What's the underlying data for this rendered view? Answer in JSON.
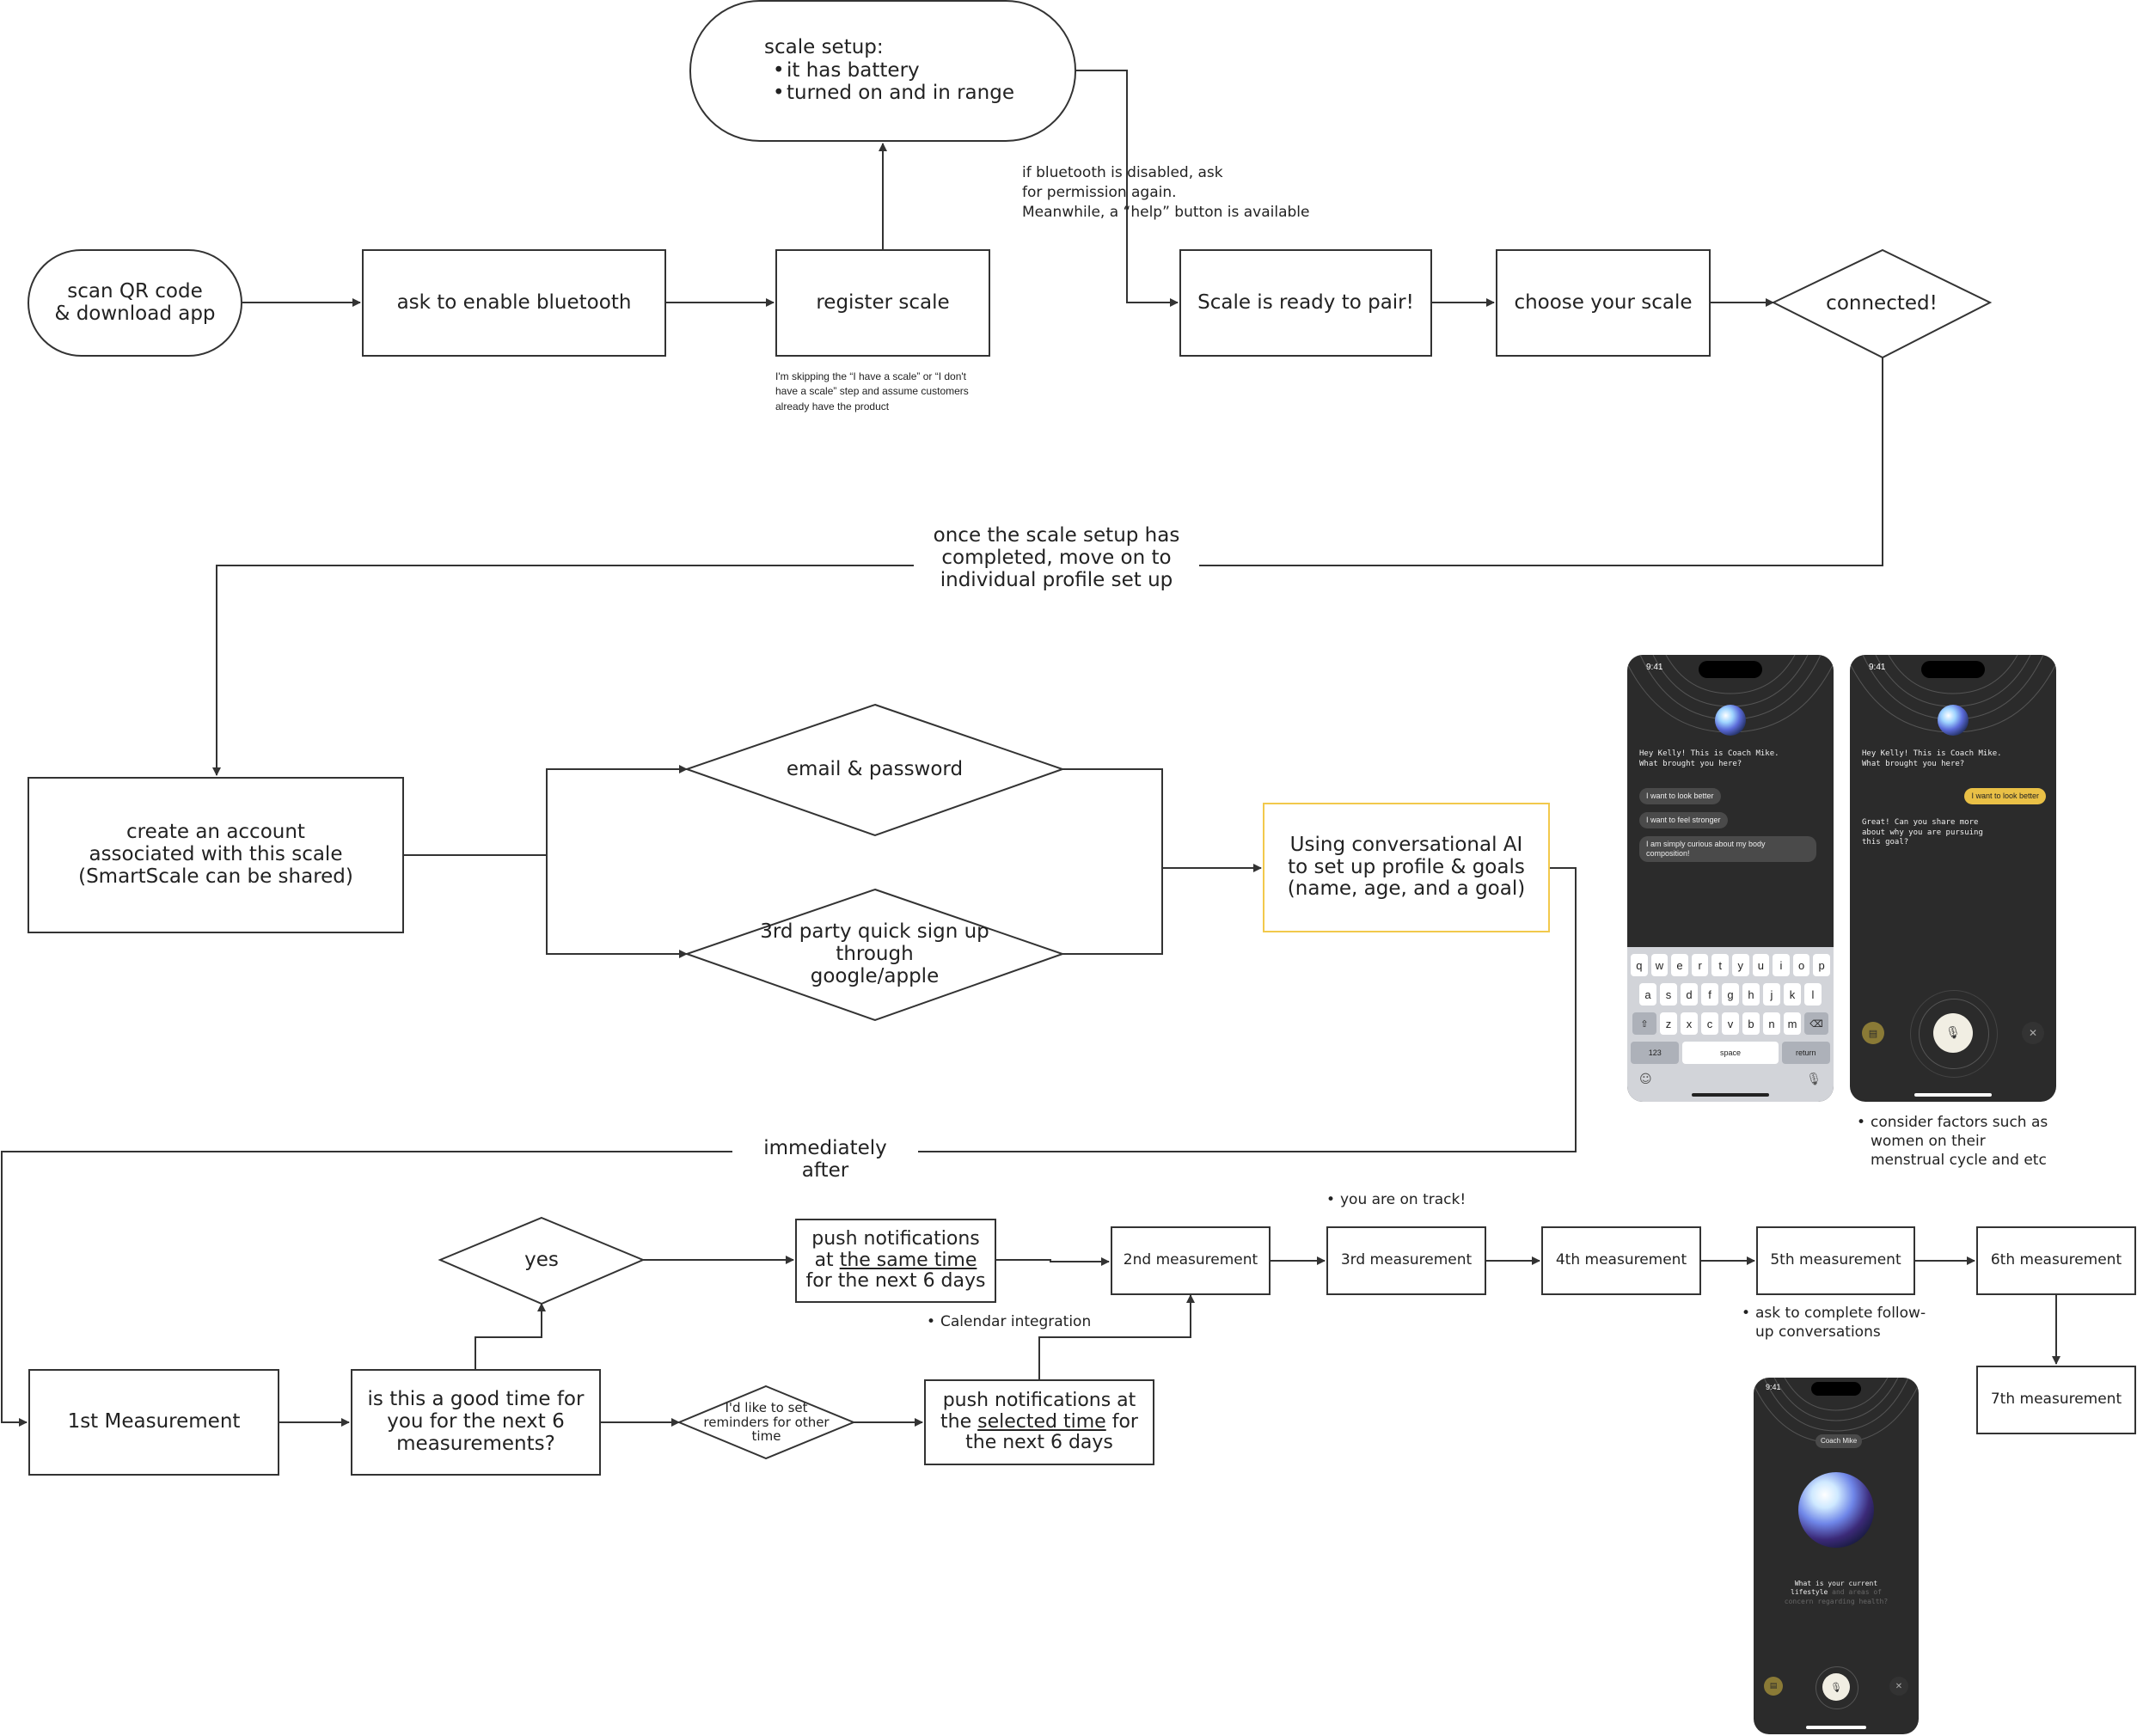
{
  "nodes": {
    "scan_qr": "scan QR code\n& download app",
    "enable_bt": "ask to enable bluetooth",
    "register_scale": "register scale",
    "scale_setup_title": "scale setup:",
    "scale_setup_items": [
      "it has battery",
      "turned on and in range"
    ],
    "ready_to_pair": "Scale is ready to pair!",
    "choose_scale": "choose your scale",
    "connected": "connected!",
    "create_account": "create an account\nassociated with this scale\n(SmartScale can be shared)",
    "email_password": "email & password",
    "third_party": "3rd party quick sign up\nthrough\ngoogle/apple",
    "conversational_ai": "Using conversational AI\nto set up profile & goals\n(name, age, and a goal)",
    "first_measurement": "1st Measurement",
    "good_time": "is this a good time for\nyou for the next 6\nmeasurements?",
    "yes": "yes",
    "reminders_other": "I'd like to set\nreminders for other\ntime",
    "push_same_pre": "push notifications\nat ",
    "push_same_u": "the same time",
    "push_same_post": "\nfor the next 6 days",
    "push_sel_pre": "push notifications at\nthe ",
    "push_sel_u": "selected time",
    "push_sel_post": " for\nthe next 6 days",
    "m2": "2nd measurement",
    "m3": "3rd measurement",
    "m4": "4th measurement",
    "m5": "5th measurement",
    "m6": "6th measurement",
    "m7": "7th measurement"
  },
  "notes": {
    "bluetooth": "if bluetooth is disabled, ask\nfor permission again.\nMeanwhile, a “help” button is available",
    "skipping": "I'm skipping the “I have a scale” or “I don't\nhave a scale” step and assume customers\nalready have the product",
    "consider": "consider factors such as\nwomen on their\nmenstrual cycle and etc",
    "on_track": "you are on track!",
    "calendar": "Calendar integration",
    "follow_up": "ask to complete follow-\nup conversations"
  },
  "edge_labels": {
    "once_setup": "once the scale setup has\ncompleted, move on to\nindividual profile set up",
    "immediately": "immediately after"
  },
  "phones": {
    "time": "9:41",
    "greeting": "Hey Kelly! This is Coach Mike.\nWhat brought you here?",
    "options": [
      "I want to look better",
      "I want to feel stronger",
      "I am simply curious about my body composition!"
    ],
    "selected": "I want to look better",
    "followup": "Great! Can you share more\nabout why you are pursuing\nthis goal?",
    "coach_name": "Coach Mike",
    "lifestyle_q_main": "What is your current\nlifestyle",
    "lifestyle_q_faded": " and areas of\nconcern regarding health?",
    "keyboard_rows": [
      "qwertyuiop",
      "asdfghjkl",
      "zxcvbnm"
    ],
    "key_123": "123",
    "key_space": "space",
    "key_return": "return"
  }
}
